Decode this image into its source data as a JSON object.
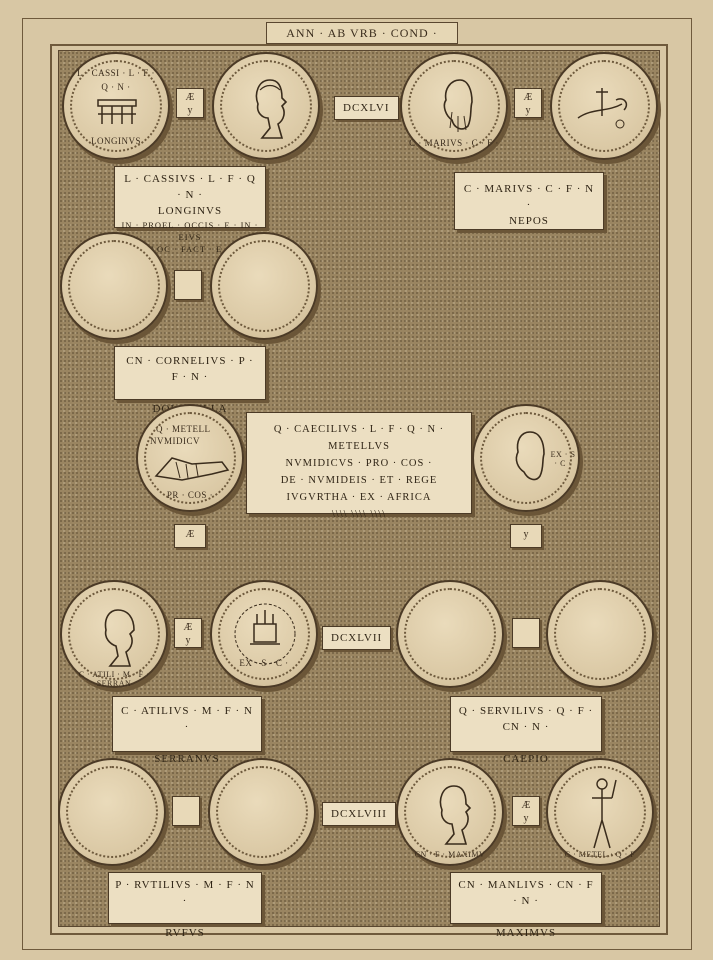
{
  "header": "ANN · AB VRB · COND ·",
  "years": [
    "DCXLVI",
    "DCXLVII",
    "DCXLVIII"
  ],
  "connector_text": "Æ",
  "connector_sub": "y",
  "coins": {
    "c1": {
      "top": "L · CASSI · L · F ·",
      "mid": "Q · N ·",
      "bottom": "LONGINVS"
    },
    "c3": {
      "text": "C · MARIVS · C · F ·"
    },
    "q1": {
      "top": "Q · METELL",
      "mid": "NVMIDICV",
      "bottom": "PR · COS ·"
    },
    "q2": {
      "text": "EX · S · C ·"
    },
    "a1": {
      "text": "C · ATILI · M · F · SERRAN"
    },
    "a2": {
      "text": "EX · S · C ·"
    },
    "m1": {
      "text": "CN · F · MAXIMV"
    },
    "m2": {
      "text": "C · METEL · Q · F"
    }
  },
  "plaques": {
    "cassius": {
      "l1": "L · CASSIVS · L · F · Q · N ·",
      "l2": "LONGINVS",
      "l3": "IN · PROEL · OCCIS · E · IN · EIVS",
      "l4": "LOC · FACT · E ·"
    },
    "marius": {
      "l1": "C · MARIVS · C · F · N ·",
      "l2": "NEPOS"
    },
    "dolabella": {
      "l1": "CN · CORNELIVS · P · F · N ·",
      "l2": "DOLABELLA"
    },
    "metellus": {
      "l1": "Q · CAECILIVS · L · F · Q · N · METELLVS",
      "l2": "NVMIDICVS · PRO · COS ·",
      "l3": "DE · NVMIDEIS · ET · REGE",
      "l4": "IVGVRTHA · EX · AFRICA",
      "l5": "\\\\\\\\ \\\\\\\\ \\\\\\\\"
    },
    "serranus": {
      "l1": "C · ATILIVS · M · F · N ·",
      "l2": "SERRANVS"
    },
    "caepio": {
      "l1": "Q · SERVILIVS · Q · F · CN · N ·",
      "l2": "CAEPIO"
    },
    "rufus": {
      "l1": "P · RVTILIVS · M · F · N ·",
      "l2": "RVFVS"
    },
    "maximus": {
      "l1": "CN · MANLIVS · CN · F · N ·",
      "l2": "MAXIMVS"
    }
  }
}
